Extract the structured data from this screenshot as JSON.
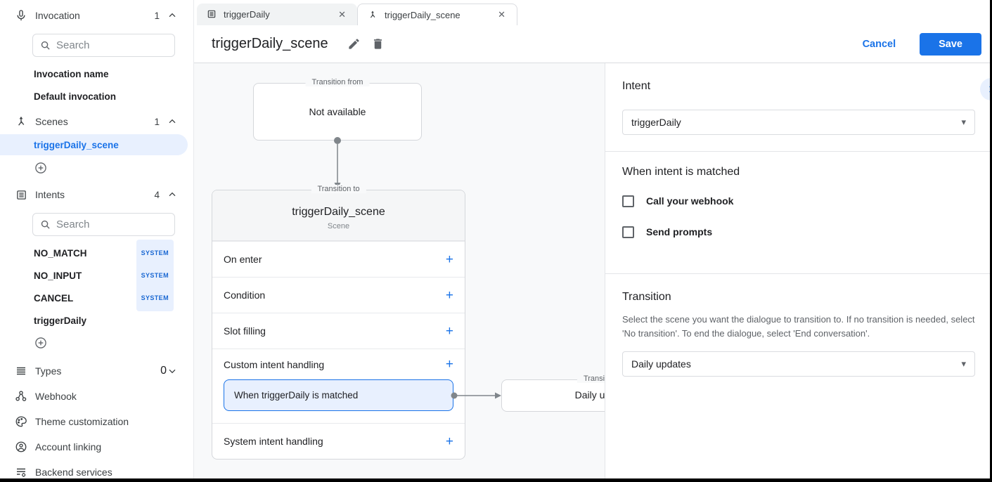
{
  "sidebar": {
    "invocation": {
      "label": "Invocation",
      "count": "1",
      "search_placeholder": "Search",
      "items": [
        "Invocation name",
        "Default invocation"
      ]
    },
    "scenes": {
      "label": "Scenes",
      "count": "1",
      "active_item": "triggerDaily_scene"
    },
    "intents": {
      "label": "Intents",
      "count": "4",
      "search_placeholder": "Search",
      "items": [
        {
          "name": "NO_MATCH",
          "badge": "SYSTEM"
        },
        {
          "name": "NO_INPUT",
          "badge": "SYSTEM"
        },
        {
          "name": "CANCEL",
          "badge": "SYSTEM"
        },
        {
          "name": "triggerDaily"
        }
      ]
    },
    "types": {
      "label": "Types",
      "count": "0"
    },
    "links": [
      "Webhook",
      "Theme customization",
      "Account linking",
      "Backend services"
    ]
  },
  "tabs": [
    {
      "label": "triggerDaily"
    },
    {
      "label": "triggerDaily_scene"
    }
  ],
  "header": {
    "title": "triggerDaily_scene",
    "cancel_label": "Cancel",
    "save_label": "Save"
  },
  "canvas": {
    "transition_from": {
      "legend": "Transition from",
      "content": "Not available"
    },
    "scene_node": {
      "legend": "Transition to",
      "title": "triggerDaily_scene",
      "subtitle": "Scene",
      "rows": [
        "On enter",
        "Condition",
        "Slot filling"
      ],
      "custom_row": "Custom intent handling",
      "matched_card": "When triggerDaily is matched",
      "last_row": "System intent handling"
    },
    "target_node": {
      "legend": "Transition to",
      "content": "Daily updates"
    }
  },
  "panel": {
    "intent": {
      "heading": "Intent",
      "value": "triggerDaily"
    },
    "matched": {
      "heading": "When intent is matched",
      "checkboxes": [
        "Call your webhook",
        "Send prompts"
      ]
    },
    "transition": {
      "heading": "Transition",
      "description": "Select the scene you want the dialogue to transition to. If no transition is needed, select 'No transition'. To end the dialogue, select 'End conversation'.",
      "value": "Daily updates"
    }
  },
  "colors": {
    "accent": "#1a73e8",
    "badge_bg": "#e8f0fe",
    "badge_text": "#1967d2"
  }
}
